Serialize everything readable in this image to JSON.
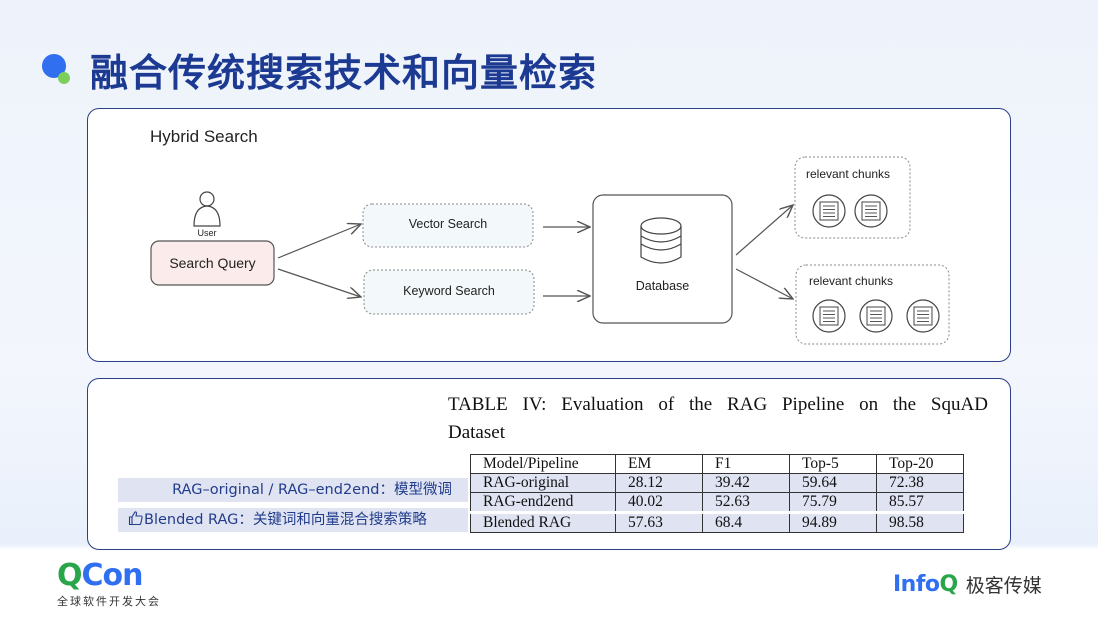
{
  "header": {
    "title": "融合传统搜索技术和向量检索"
  },
  "diagram": {
    "title": "Hybrid Search",
    "user_label": "User",
    "query_label": "Search Query",
    "vector_label": "Vector Search",
    "keyword_label": "Keyword Search",
    "database_label": "Database",
    "chunks_top_label": "relevant chunks",
    "chunks_bottom_label": "relevant chunks",
    "chunks_top_count": 2,
    "chunks_bottom_count": 3,
    "colors": {
      "query_fill": "#fbeceb",
      "search_fill": "#f3f9fb"
    }
  },
  "table": {
    "caption_line1": [
      "TABLE",
      "IV:",
      "Evaluation",
      "of",
      "the",
      "RAG",
      "Pipeline",
      "on",
      "the",
      "SquAD"
    ],
    "caption_line2": "Dataset",
    "columns": [
      "Model/Pipeline",
      "EM",
      "F1",
      "Top-5",
      "Top-20"
    ],
    "rows": [
      [
        "RAG-original",
        "28.12",
        "39.42",
        "59.64",
        "72.38"
      ],
      [
        "RAG-end2end",
        "40.02",
        "52.63",
        "75.79",
        "85.57"
      ],
      [
        "Blended RAG",
        "57.63",
        "68.4",
        "94.89",
        "98.58"
      ]
    ]
  },
  "notes": {
    "note1": "RAG–original / RAG–end2end：模型微调",
    "note2_icon": "thumbs-up-icon",
    "note2": "Blended RAG：关键词和向量混合搜索策略"
  },
  "footer": {
    "qcon_q": "Q",
    "qcon_con": "Con",
    "qcon_sub": "全球软件开发大会",
    "infoq_info": "Info",
    "infoq_q": "Q",
    "infoq_cn": "极客传媒"
  }
}
